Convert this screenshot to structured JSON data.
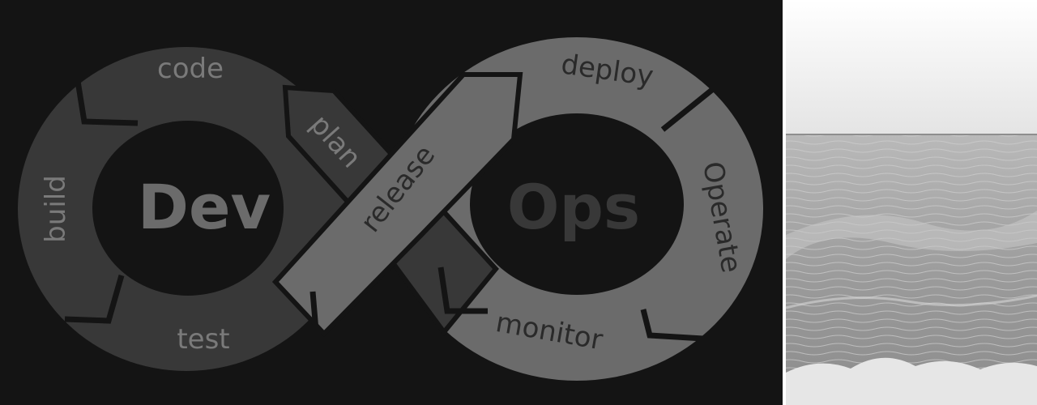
{
  "diagram": {
    "center_left": "Dev",
    "center_right": "Ops",
    "stages": {
      "code": "code",
      "plan": "plan",
      "build": "build",
      "test": "test",
      "release": "release",
      "deploy": "deploy",
      "operate": "Operate",
      "monitor": "monitor"
    }
  },
  "colors": {
    "background": "#141414",
    "dev_band": "#383838",
    "ops_band": "#6b6b6b",
    "dev_text": "#7a7a7a",
    "ops_text": "#2a2a2a",
    "hole": "#141414"
  }
}
